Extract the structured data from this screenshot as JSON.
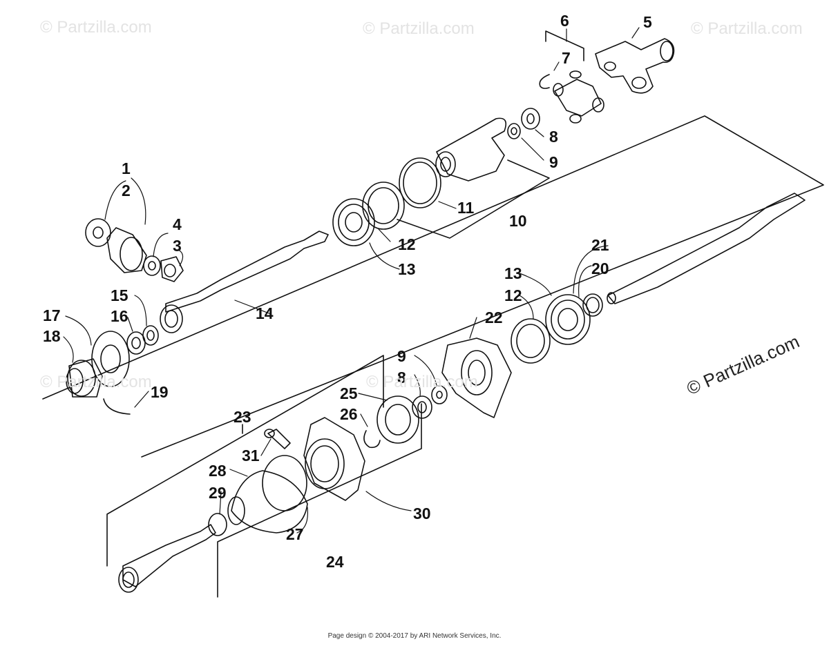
{
  "watermarks": {
    "repeat_text": "© Partzilla.com",
    "main_text": "© Partzilla.com"
  },
  "footer": {
    "text": "Page design © 2004-2017 by ARI Network Services, Inc."
  },
  "callouts": [
    "1",
    "2",
    "3",
    "4",
    "5",
    "6",
    "7",
    "8",
    "9",
    "10",
    "11",
    "12",
    "13",
    "14",
    "15",
    "16",
    "17",
    "18",
    "19",
    "20",
    "21",
    "22",
    "23",
    "24",
    "25",
    "26",
    "27",
    "28",
    "29",
    "30",
    "31",
    "8",
    "9",
    "12",
    "13"
  ],
  "colors": {
    "line": "#111111",
    "watermark": "#e3e3e3",
    "background": "#ffffff"
  }
}
